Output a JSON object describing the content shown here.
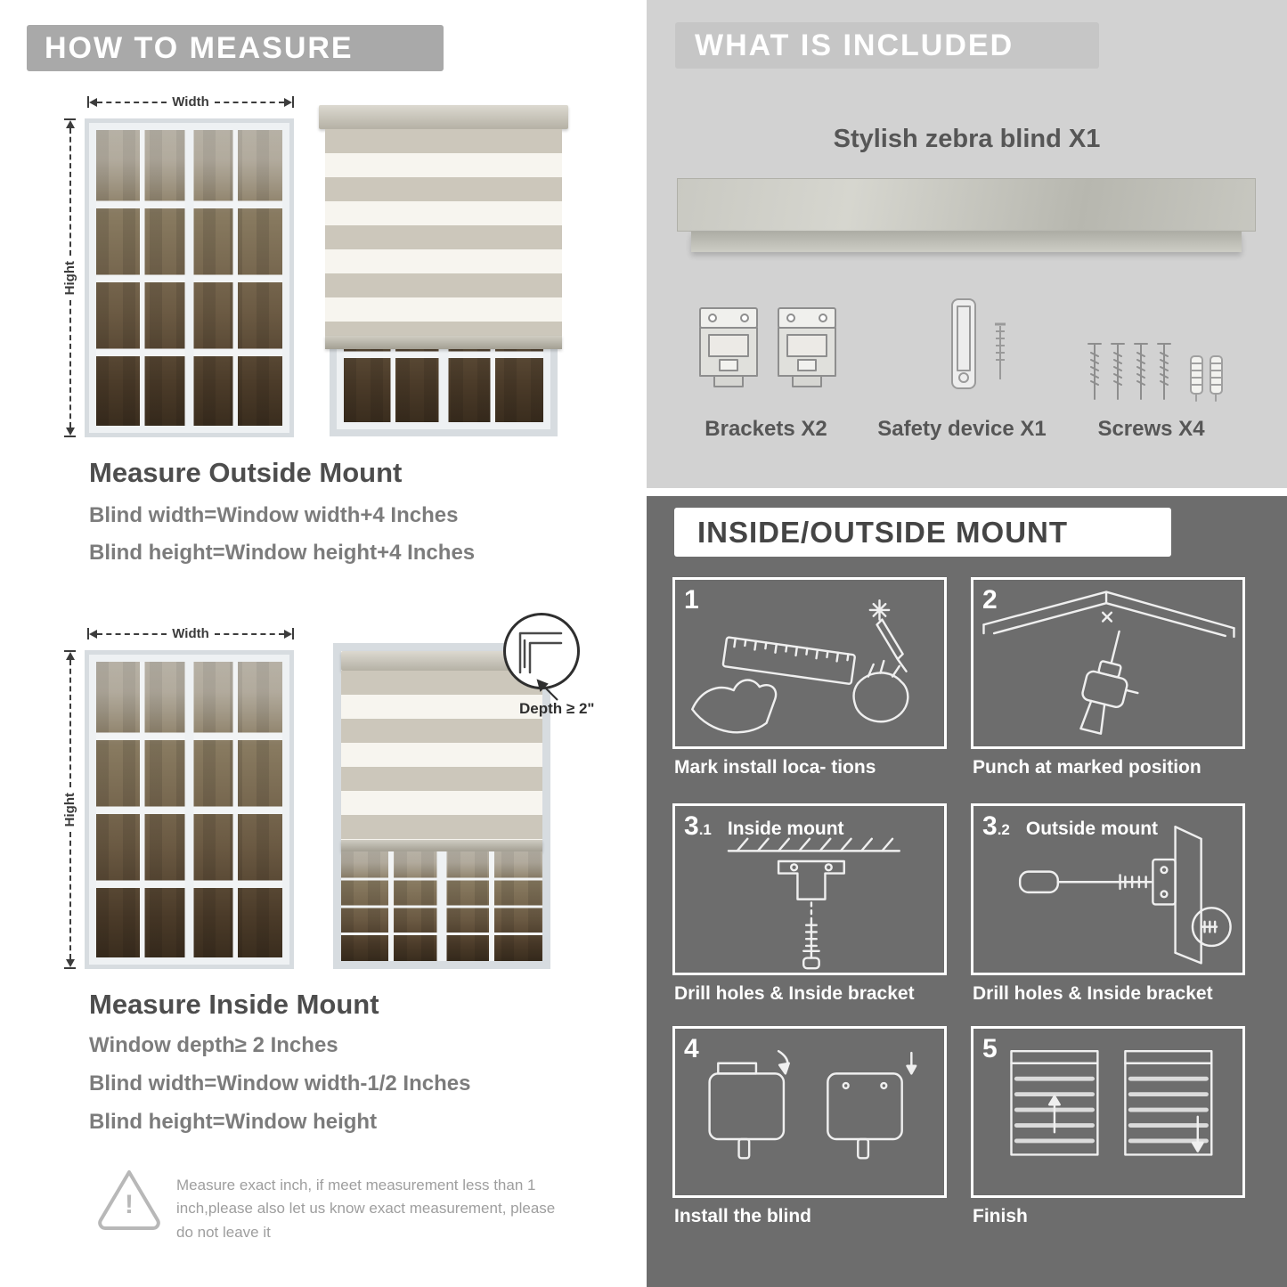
{
  "colors": {
    "left_banner": "#a9a9a9",
    "right_top_bg": "#d2d2d2",
    "right_banner": "#c6c6c6",
    "dark_section_bg": "#6d6d6d",
    "heading_text": "#4d4d4d",
    "body_text": "#7c7c7c"
  },
  "left": {
    "header": "HOW TO MEASURE",
    "outside_figure": {
      "width_label": "Width",
      "height_label": "Hight"
    },
    "outside": {
      "title": "Measure Outside Mount",
      "lines": [
        "Blind width=Window width+4 Inches",
        "Blind height=Window height+4 Inches"
      ]
    },
    "inside_figure": {
      "width_label": "Width",
      "height_label": "Hight",
      "depth_note": "Depth ≥ 2\""
    },
    "inside": {
      "title": "Measure Inside Mount",
      "lines": [
        "Window depth≥ 2 Inches",
        "Blind width=Window width-1/2 Inches",
        "Blind height=Window height"
      ]
    },
    "warning": {
      "mark": "!",
      "text": "Measure exact inch, if meet measurement less than 1 inch,please also let us know exact measurement, please do not leave it"
    }
  },
  "right": {
    "included": {
      "header": "WHAT IS INCLUDED",
      "product_label": "Stylish zebra blind X1",
      "items": [
        {
          "name": "brackets",
          "label": "Brackets X2"
        },
        {
          "name": "safety-device",
          "label": "Safety device X1"
        },
        {
          "name": "screws",
          "label": "Screws X4"
        }
      ]
    },
    "mount": {
      "header": "INSIDE/OUTSIDE MOUNT",
      "steps": [
        {
          "num": "1",
          "caption": "Mark install loca- tions"
        },
        {
          "num": "2",
          "caption": "Punch at  marked position"
        },
        {
          "num": "3",
          "num_sub": ".1",
          "inner_label": "Inside mount",
          "caption": "Drill holes &  Inside bracket"
        },
        {
          "num": "3",
          "num_sub": ".2",
          "inner_label": "Outside mount",
          "caption": "Drill holes &  Inside bracket"
        },
        {
          "num": "4",
          "caption": "Install the blind"
        },
        {
          "num": "5",
          "caption": "Finish"
        }
      ]
    }
  }
}
